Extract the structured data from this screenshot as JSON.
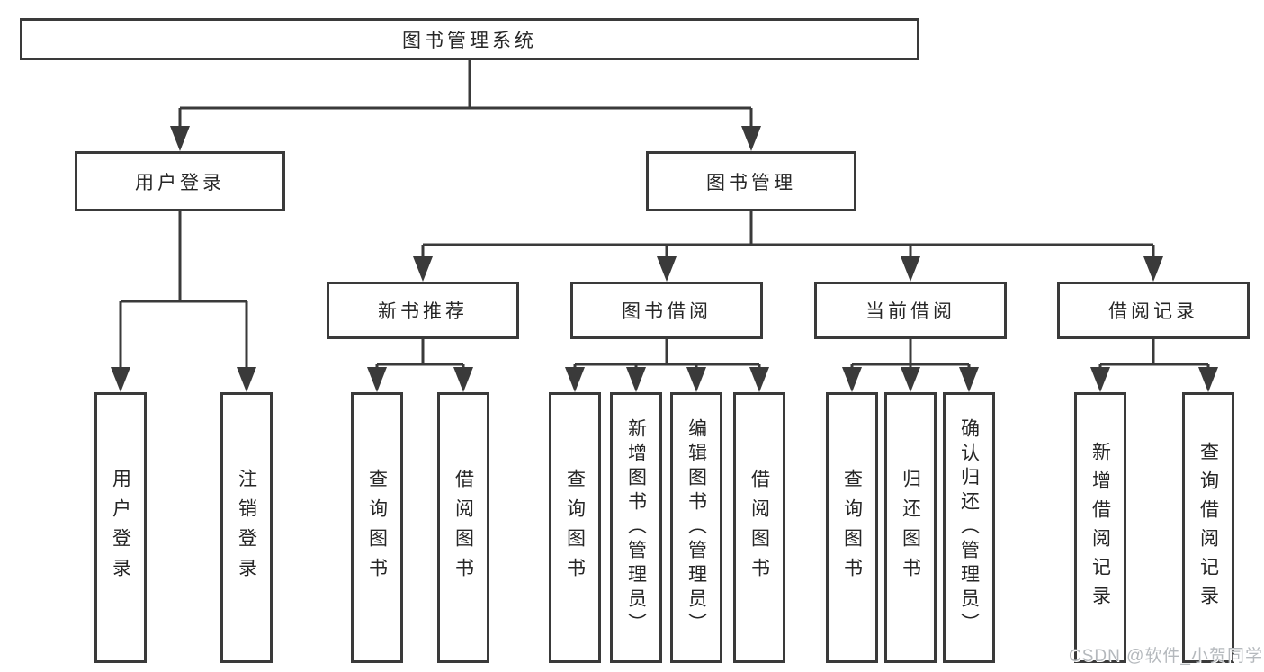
{
  "diagram": {
    "root": {
      "label": "图书管理系统"
    },
    "level2": [
      {
        "label": "用户登录"
      },
      {
        "label": "图书管理"
      }
    ],
    "level3": [
      {
        "label": "新书推荐"
      },
      {
        "label": "图书借阅"
      },
      {
        "label": "当前借阅"
      },
      {
        "label": "借阅记录"
      }
    ],
    "leaves": [
      {
        "label": "用户登录"
      },
      {
        "label": "注销登录"
      },
      {
        "label": "查询图书"
      },
      {
        "label": "借阅图书"
      },
      {
        "label": "查询图书"
      },
      {
        "label": "新增图书（管理员）"
      },
      {
        "label": "编辑图书（管理员）"
      },
      {
        "label": "借阅图书"
      },
      {
        "label": "查询图书"
      },
      {
        "label": "归还图书"
      },
      {
        "label": "确认归还（管理员）"
      },
      {
        "label": "新增借阅记录"
      },
      {
        "label": "查询借阅记录"
      }
    ]
  },
  "watermark": {
    "text": "CSDN @软件_小贺同学"
  },
  "colors": {
    "line": "#3a3a3a",
    "text": "#262626",
    "background": "#ffffff",
    "watermark": "#b5b9bd"
  }
}
